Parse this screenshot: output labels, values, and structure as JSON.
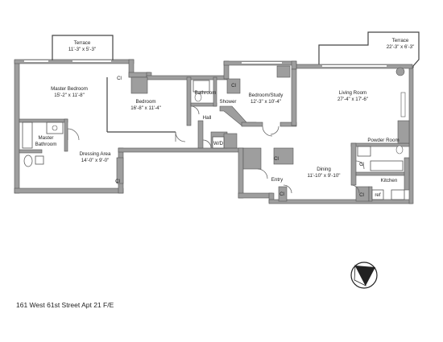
{
  "rooms": {
    "terrace_left": {
      "name": "Terrace",
      "dims": "11'-3\" x 5'-3\""
    },
    "terrace_right": {
      "name": "Terrace",
      "dims": "22'-3\" x 6'-3\""
    },
    "master_bedroom": {
      "name": "Master Bedroom",
      "dims": "15'-2\" x 11'-8\""
    },
    "bedroom": {
      "name": "Bedroom",
      "dims": "16'-8\" x 11'-4\""
    },
    "bedroom_study": {
      "name": "Bedroom/Study",
      "dims": "12'-3\" x 10'-4\""
    },
    "living_room": {
      "name": "Living Room",
      "dims": "27'-4\" x 17'-6\""
    },
    "dressing_area": {
      "name": "Dressing Area",
      "dims": "14'-0\" x 9'-0\""
    },
    "dining": {
      "name": "Dining",
      "dims": "11'-10\" x 9'-10\""
    },
    "master_bathroom": {
      "name_line1": "Master",
      "name_line2": "Bathroom"
    },
    "bathroom": {
      "name": "Bathroom"
    },
    "shower": {
      "name": "Shower"
    },
    "hall": {
      "name": "Hall"
    },
    "wd": {
      "name": "W/D"
    },
    "powder_room": {
      "name": "Powder Room"
    },
    "kitchen": {
      "name": "Kitchen"
    },
    "entry": {
      "name": "Entry"
    },
    "ref": {
      "name": "ref"
    }
  },
  "closet_label": "Cl",
  "caption": "161 West 61st Street Apt 21 F/E"
}
